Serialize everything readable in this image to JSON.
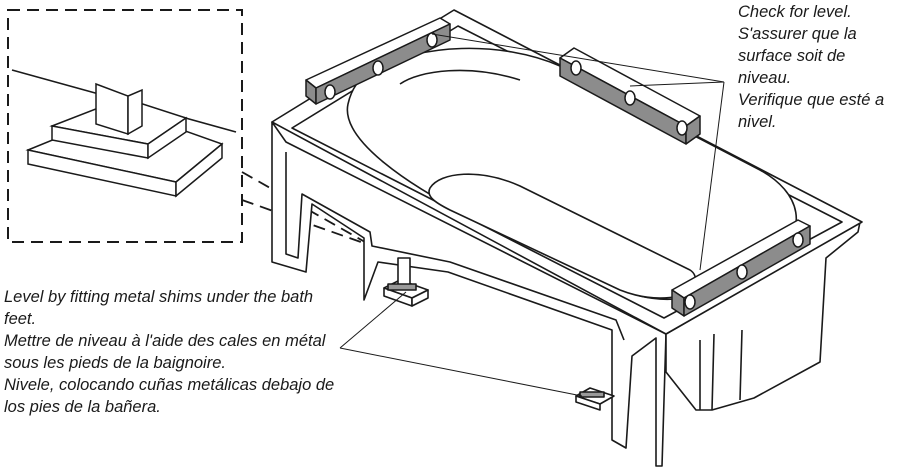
{
  "callouts": {
    "level": {
      "en": "Check for level.",
      "fr": "S'assurer que la surface soit de niveau.",
      "es": "Verifique que esté a nivel."
    },
    "shims": {
      "en": "Level by fitting metal shims under the bath feet.",
      "fr": "Mettre de niveau à l'aide des cales en métal sous les pieds de la baignoire.",
      "es": "Nivele, colocando cuñas metálicas debajo de los pies de la bañera."
    }
  },
  "colors": {
    "line": "#1a1a1a",
    "level_fill": "#8c8c8c",
    "shim_fill": "#9a9a9a",
    "paper": "#ffffff"
  }
}
